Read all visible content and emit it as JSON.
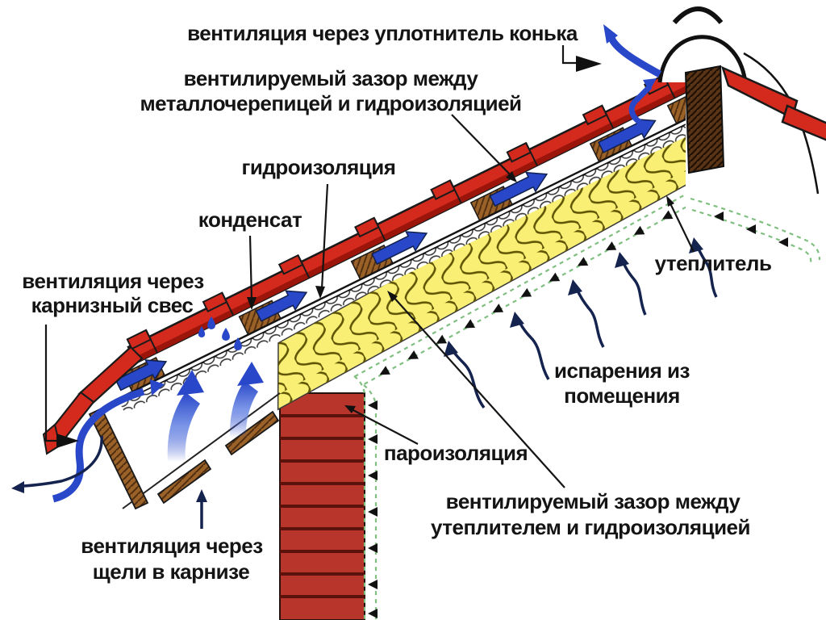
{
  "labels": {
    "ridge_seal_vent": "вентиляция через уплотнитель конька",
    "tile_hydro_gap_1": "вентилируемый зазор между",
    "tile_hydro_gap_2": "металлочерепицей и гидроизоляцией",
    "hydro": "гидроизоляция",
    "condensate": "конденсат",
    "eaves_vent_1": "вентиляция через",
    "eaves_vent_2": "карнизный свес",
    "insulation": "утеплитель",
    "vapors_1": "испарения из",
    "vapors_2": "помещения",
    "vapor_barrier": "пароизоляция",
    "ins_hydro_gap_1": "вентилируемый зазор между",
    "ins_hydro_gap_2": "утеплителем и гидроизоляцией",
    "cornice_slits_1": "вентиляция через",
    "cornice_slits_2": "щели в карнизе"
  },
  "colors": {
    "tile_red": "#d42a1e",
    "tile_shadow": "#9c150b",
    "wood": "#9a6228",
    "beam": "#5a3414",
    "insulation_yellow": "#f8ef74",
    "curl_olive": "#5f5404",
    "arrow_blue": "#2947c9",
    "vapor_navy": "#15234f",
    "brick": "#b8352b",
    "brick_line": "#5c120c",
    "band_green": "#7fbf7f",
    "line_black": "#111111"
  }
}
